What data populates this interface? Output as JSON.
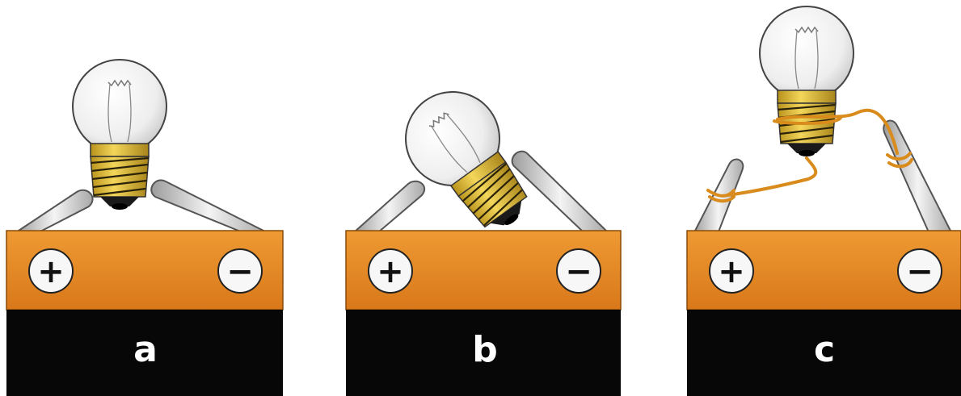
{
  "panels": [
    {
      "label": "a",
      "plus_symbol": "+",
      "minus_symbol": "−"
    },
    {
      "label": "b",
      "plus_symbol": "+",
      "minus_symbol": "−"
    },
    {
      "label": "c",
      "plus_symbol": "+",
      "minus_symbol": "−"
    }
  ],
  "colors": {
    "battery_top": "#e58a22",
    "battery_top_dark": "#c96f12",
    "battery_body": "#070707",
    "terminal_fill": "#e2e2e2",
    "terminal_stroke": "#555555",
    "bulb_glass": "#f1f1f1",
    "bulb_base": "#e8c23a",
    "wire": "#d98b1c"
  },
  "icons": [
    "light-bulb-icon",
    "plus-sign-icon",
    "minus-sign-icon"
  ]
}
